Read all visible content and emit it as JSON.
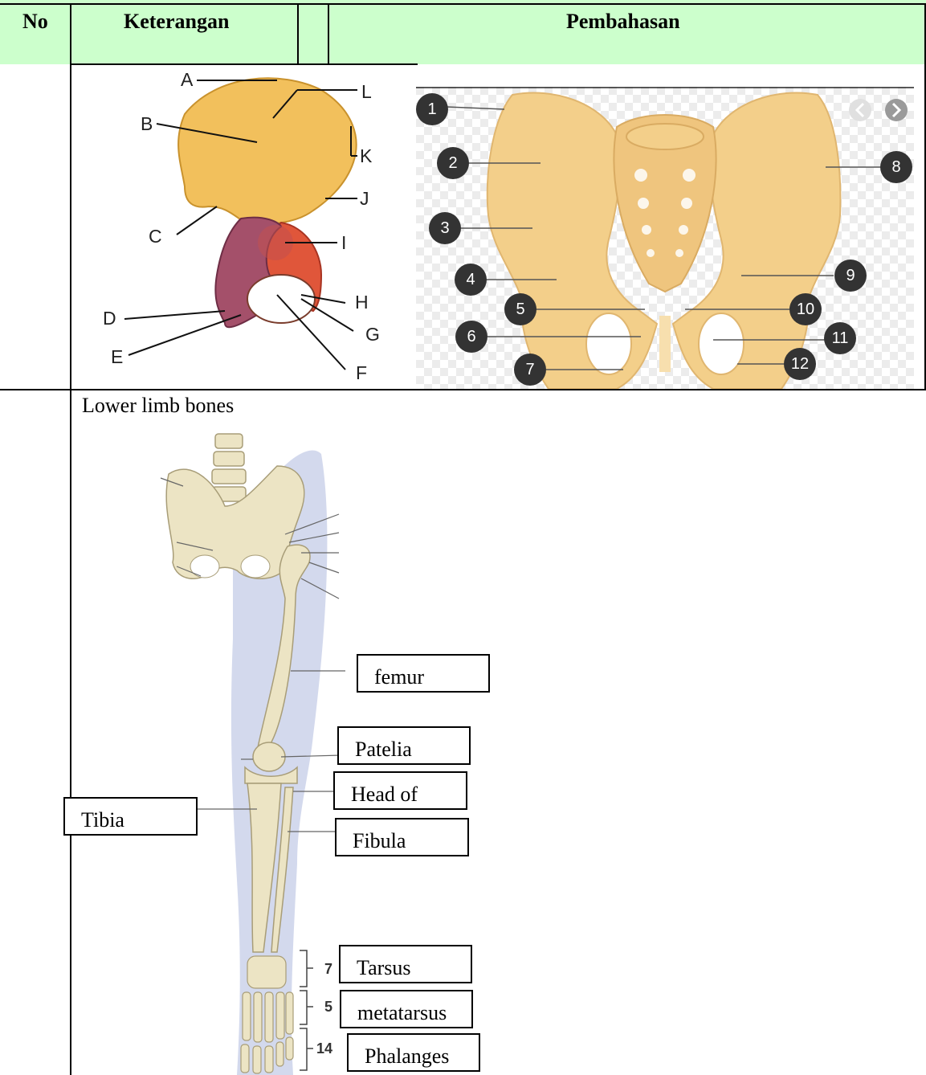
{
  "table": {
    "headers": {
      "no": "No",
      "keterangan": "Keterangan",
      "pembahasan": "Pembahasan"
    },
    "header_bg": "#ccffcc"
  },
  "hip_bone_figure": {
    "labels": [
      "A",
      "B",
      "C",
      "D",
      "E",
      "F",
      "G",
      "H",
      "I",
      "J",
      "K",
      "L"
    ],
    "colors": {
      "ilium": "#f2c05c",
      "ischium": "#a4506a",
      "pubis": "#e0563a"
    }
  },
  "pelvis_figure": {
    "left_numbers": [
      "1",
      "2",
      "3",
      "4",
      "5",
      "6",
      "7"
    ],
    "right_numbers": [
      "8",
      "9",
      "10",
      "11",
      "12"
    ],
    "bone_color": "#f3cf8a",
    "nav_icons": [
      "chevron-left-icon",
      "chevron-right-icon"
    ]
  },
  "lower_limb": {
    "title": "Lower limb bones",
    "boxes": {
      "femur": "femur",
      "patella": "Patelia",
      "head_of": "Head of",
      "tibia": "Tibia",
      "fibula": "Fibula",
      "tarsus": "Tarsus",
      "metatarsus": "metatarsus",
      "phalanges": "Phalanges"
    },
    "counts": {
      "tarsus": "7",
      "metatarsus": "5",
      "phalanges": "14"
    },
    "shadow_color": "#c8cfe8",
    "bone_color": "#ece4c4"
  }
}
